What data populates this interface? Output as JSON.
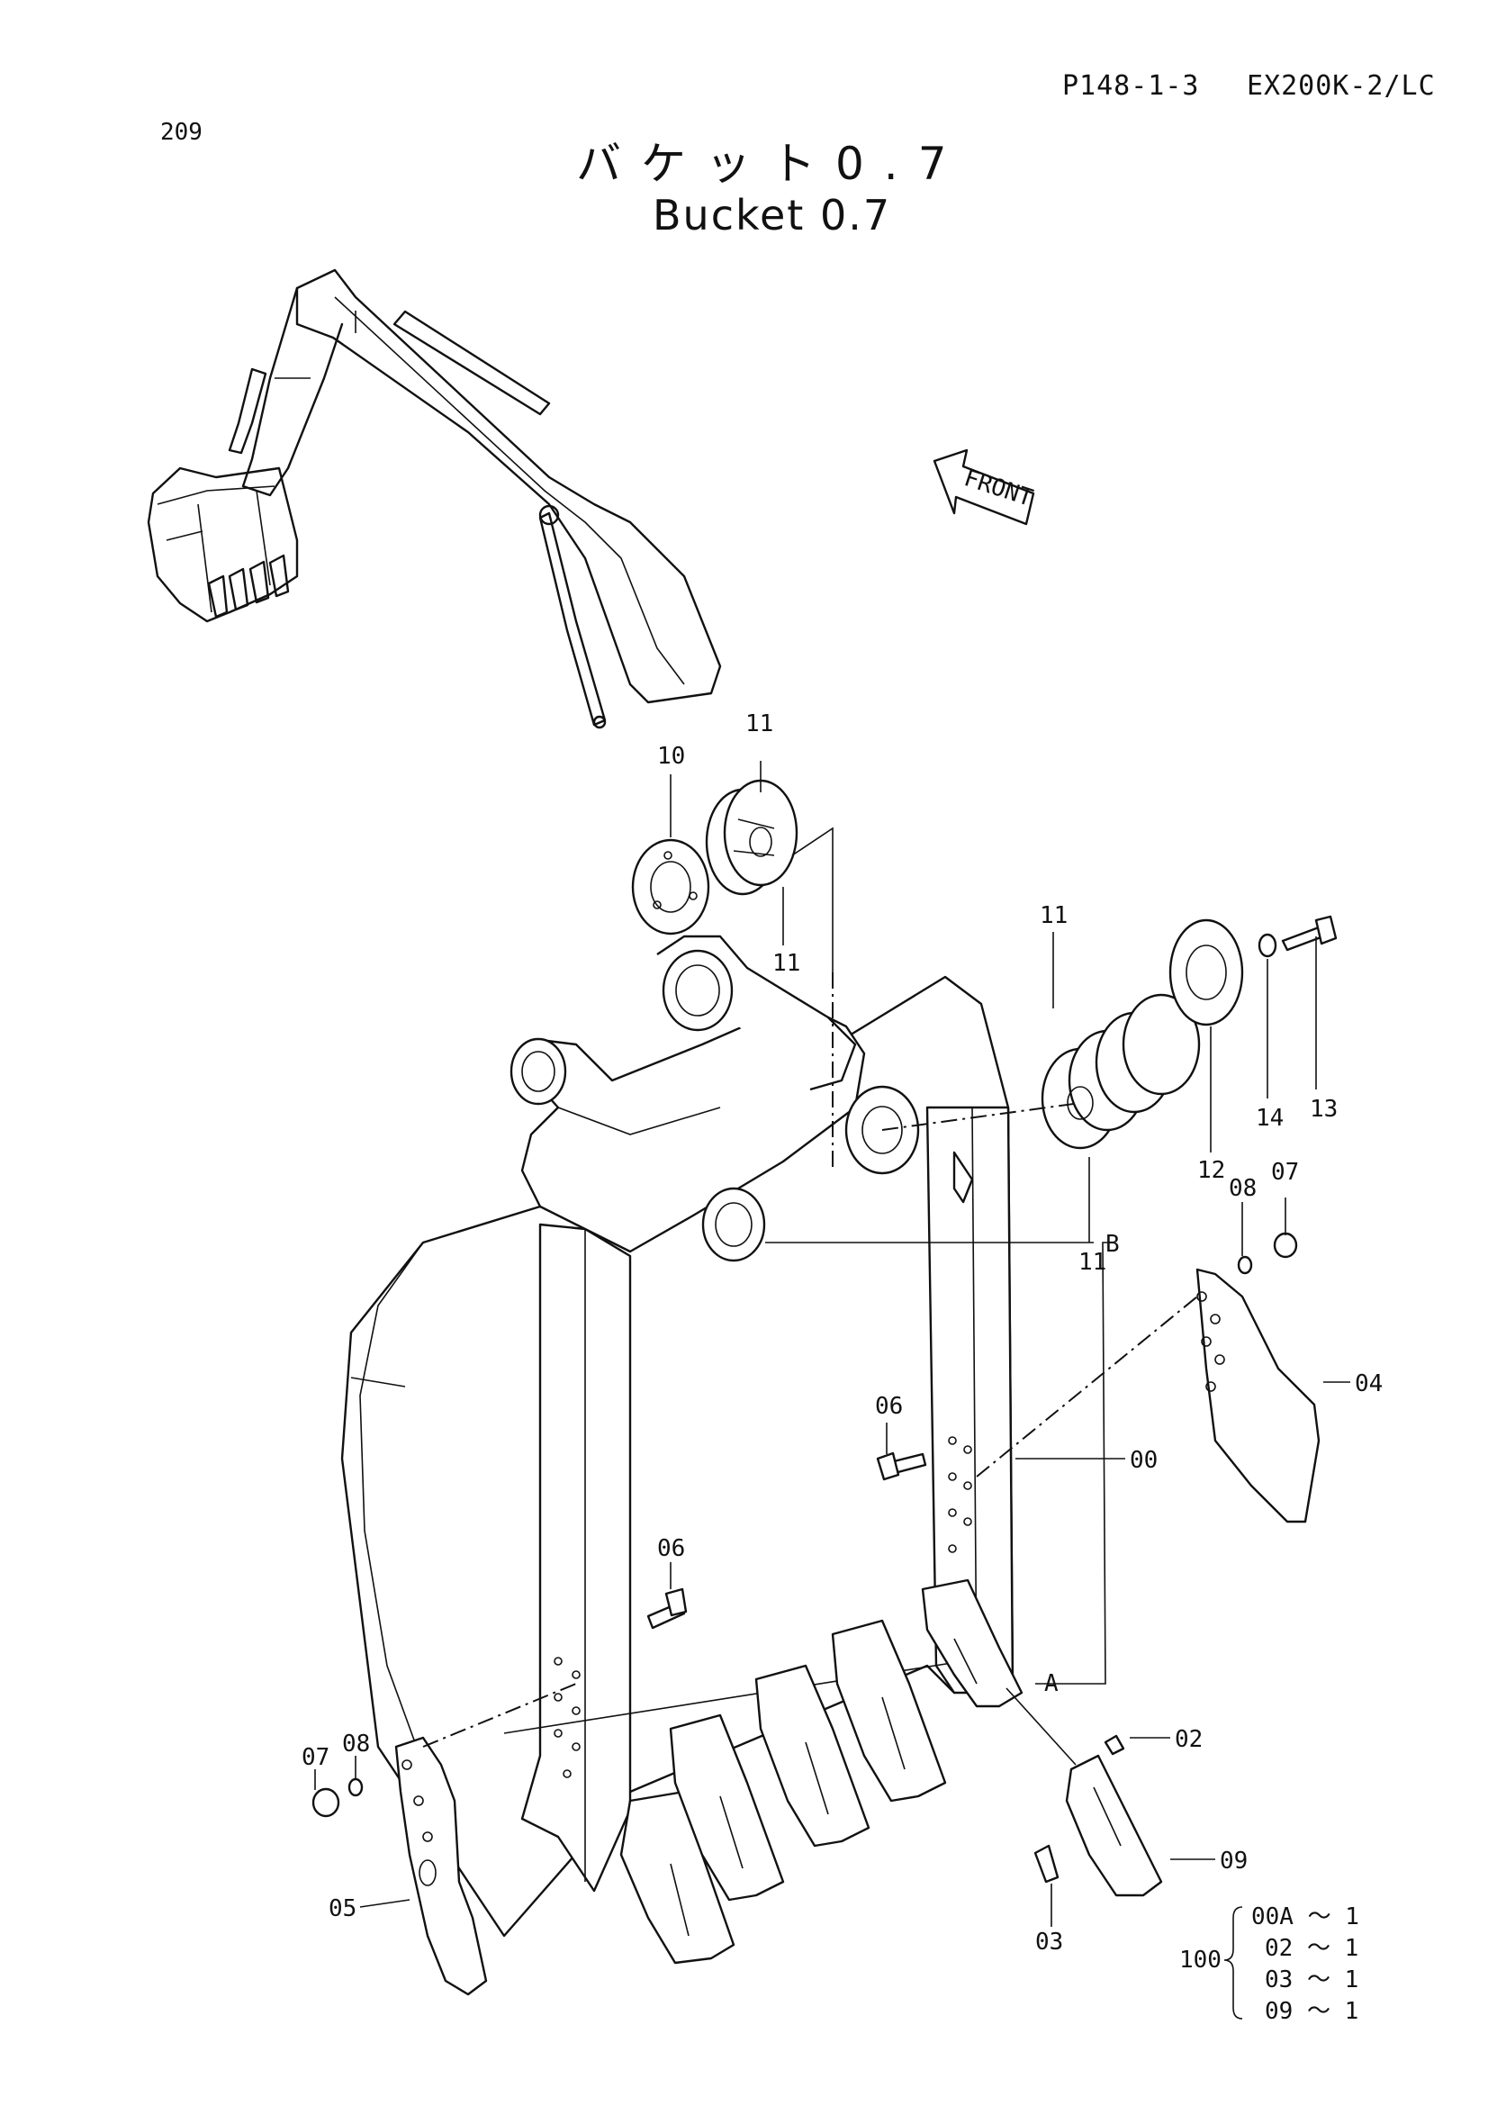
{
  "header": {
    "page_ref": "P148-1-3",
    "model": "EX200K-2/LC",
    "page_number": "209",
    "title_jp": "バケット0.7",
    "title_en": "Bucket 0.7"
  },
  "front_arrow_label": "FRONT",
  "callouts": {
    "c00": "00",
    "c02": "02",
    "c03": "03",
    "c04": "04",
    "c05": "05",
    "c06a": "06",
    "c06b": "06",
    "c07a": "07",
    "c07b": "07",
    "c08a": "08",
    "c08b": "08",
    "c09": "09",
    "c10": "10",
    "c11a": "11",
    "c11b": "11",
    "c11c": "11",
    "c11d": "11",
    "c12": "12",
    "c13": "13",
    "c14": "14",
    "cA": "A",
    "cB": "B"
  },
  "kit_legend": {
    "kit_number": "100",
    "items": [
      "00A ～ 1",
      "02 ～ 1",
      "03 ～ 1",
      "09 ～ 1"
    ]
  }
}
